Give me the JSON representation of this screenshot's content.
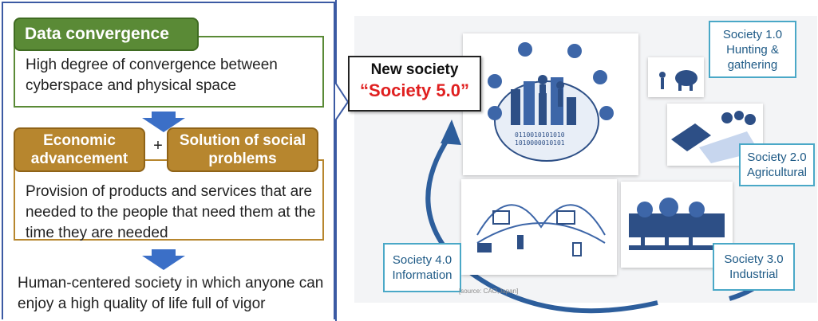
{
  "left": {
    "data_convergence_title": "Data convergence",
    "data_convergence_text": "High degree of convergence between cyberspace and physical space",
    "economic_label": "Economic advancement",
    "plus": "+",
    "social_label": "Solution of social problems",
    "provision_text": "Provision of products and services that are needed to the people that need them at the time they are needed",
    "human_text": "Human-centered society in which anyone can enjoy a high quality of life full of vigor"
  },
  "right": {
    "new_society_line1": "New society",
    "new_society_line2": "“Society 5.0”",
    "stages": [
      {
        "line1": "Society 1.0",
        "line2": "Hunting &",
        "line3": "gathering"
      },
      {
        "line1": "Society 2.0",
        "line2": "Agricultural"
      },
      {
        "line1": "Society 3.0",
        "line2": "Industrial"
      },
      {
        "line1": "Society 4.0",
        "line2": "Information"
      }
    ],
    "source": "[source: CAO,Japan]"
  },
  "colors": {
    "green": "#5a8a36",
    "gold": "#b7862e",
    "arrow_blue": "#3b6fc7",
    "frame_blue": "#3b5aa3",
    "label_border": "#4aa8c7",
    "red": "#e02020"
  }
}
